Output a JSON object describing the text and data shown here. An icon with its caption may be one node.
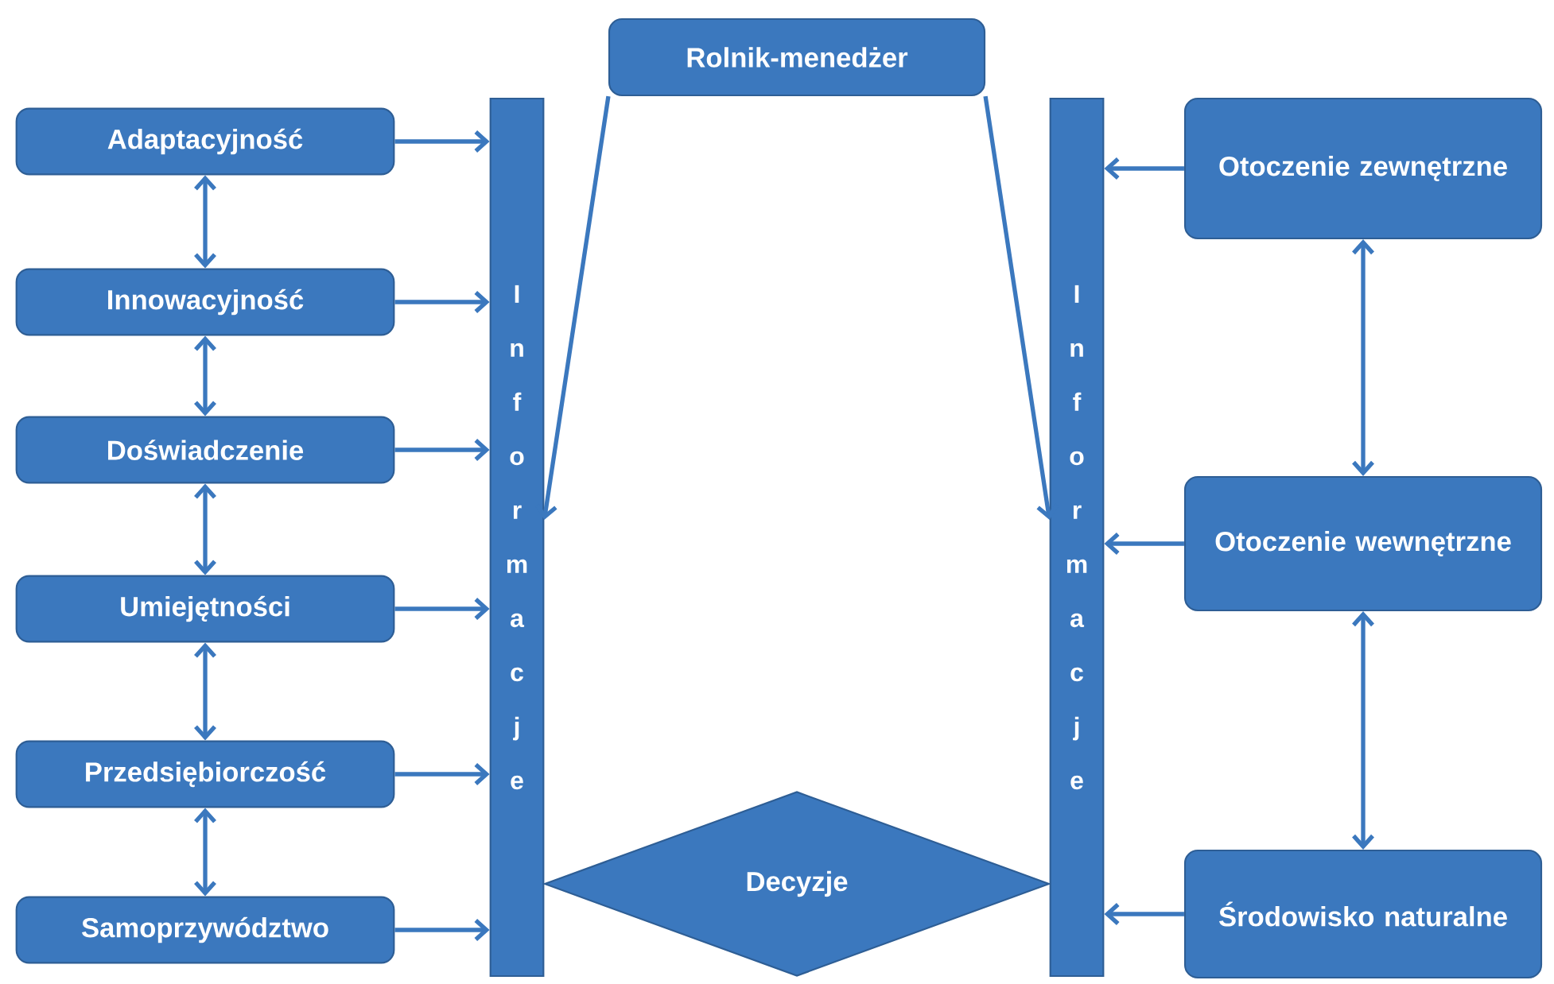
{
  "diagram": {
    "nodes": [
      {
        "text": [
          "Adaptacyjność"
        ]
      },
      {
        "text": [
          "Innowacyjność"
        ]
      },
      {
        "text": [
          "Doświadczenie"
        ]
      },
      {
        "text": [
          "Umiejętności"
        ]
      },
      {
        "text": [
          "Przedsiębiorczość"
        ]
      },
      {
        "text": [
          "Samoprzywództwo"
        ]
      },
      {
        "text": [
          "Informacje"
        ]
      },
      {
        "text": [
          "Rolnik-menedżer"
        ]
      },
      {
        "text": [
          "Informacje"
        ]
      },
      {
        "text": [
          "Otoczenie zewnętrzne"
        ]
      },
      {
        "text": [
          "Otoczenie wewnętrzne"
        ]
      },
      {
        "text": [
          "Środowisko naturalne"
        ]
      },
      {
        "text": [
          "Decyzje"
        ]
      }
    ],
    "edges": [
      {
        "from": 0,
        "to": 6,
        "arrow": "to"
      },
      {
        "from": 1,
        "to": 6,
        "arrow": "to"
      },
      {
        "from": 2,
        "to": 6,
        "arrow": "to"
      },
      {
        "from": 3,
        "to": 6,
        "arrow": "to"
      },
      {
        "from": 4,
        "to": 6,
        "arrow": "to"
      },
      {
        "from": 5,
        "to": 6,
        "arrow": "to"
      },
      {
        "from": 0,
        "to": 1,
        "arrow": "both"
      },
      {
        "from": 1,
        "to": 2,
        "arrow": "both"
      },
      {
        "from": 2,
        "to": 3,
        "arrow": "both"
      },
      {
        "from": 3,
        "to": 4,
        "arrow": "both"
      },
      {
        "from": 4,
        "to": 5,
        "arrow": "both"
      },
      {
        "from": 7,
        "to": 6,
        "arrow": "to"
      },
      {
        "from": 7,
        "to": 8,
        "arrow": "to"
      },
      {
        "from": 9,
        "to": 8,
        "arrow": "to"
      },
      {
        "from": 10,
        "to": 8,
        "arrow": "to"
      },
      {
        "from": 11,
        "to": 8,
        "arrow": "to"
      },
      {
        "from": 9,
        "to": 10,
        "arrow": "both"
      },
      {
        "from": 10,
        "to": 11,
        "arrow": "both"
      }
    ]
  }
}
